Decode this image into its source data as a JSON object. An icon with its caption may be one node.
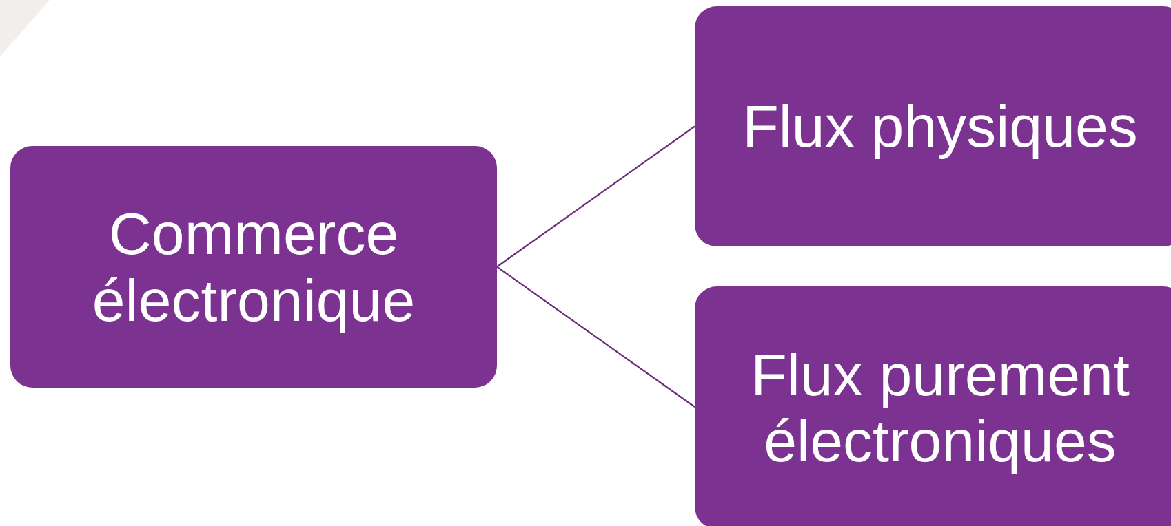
{
  "diagram": {
    "nodes": [
      {
        "text": [
          "Commerce électronique"
        ]
      },
      {
        "text": [
          "Flux physiques"
        ]
      },
      {
        "text": [
          "Flux purement électroniques"
        ]
      }
    ],
    "edges": [
      {
        "from": 0,
        "to": 1,
        "arrow": "none"
      },
      {
        "from": 0,
        "to": 2,
        "arrow": "none"
      }
    ]
  }
}
